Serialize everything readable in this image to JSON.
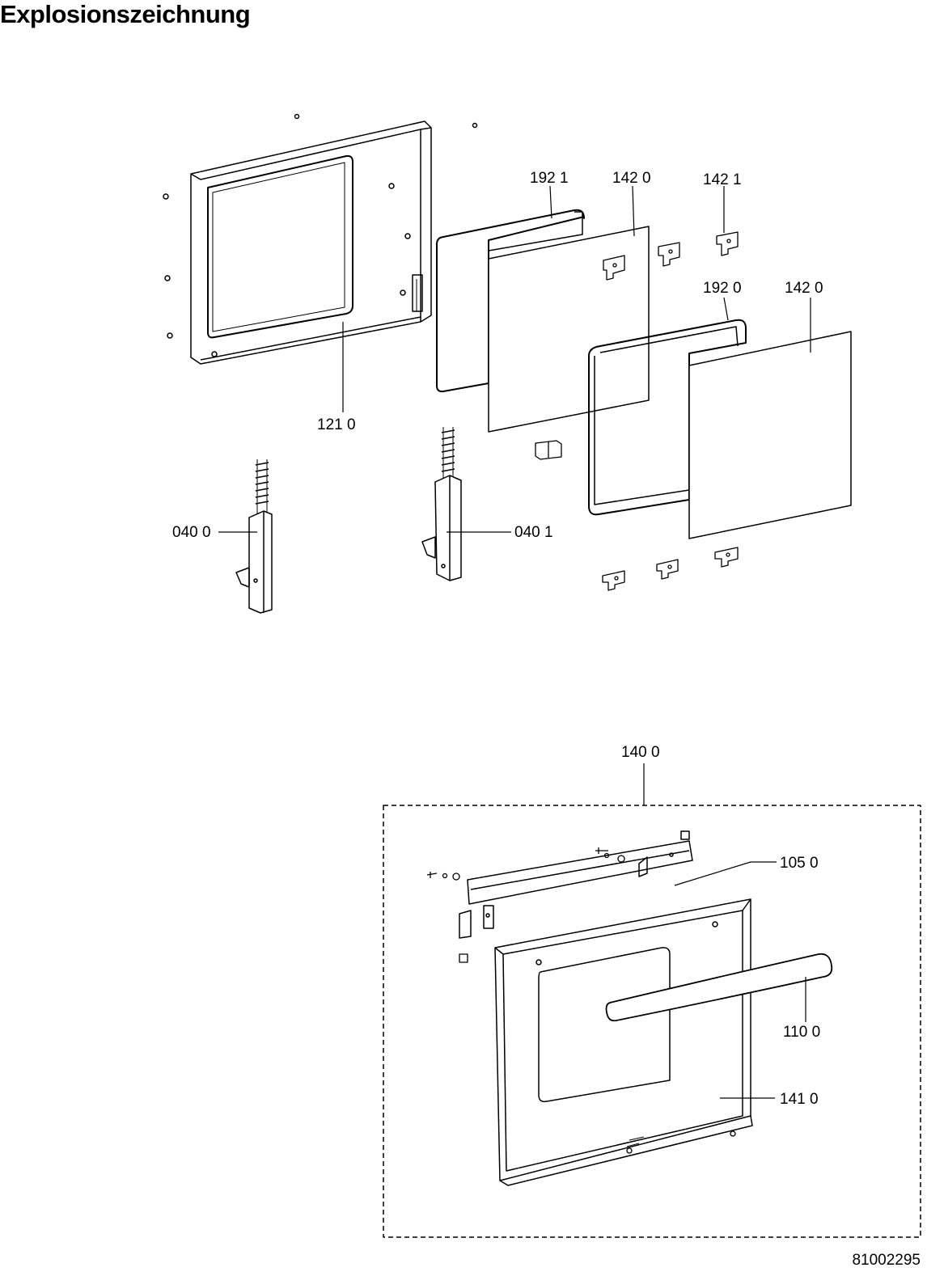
{
  "title": "Explosionszeichnung",
  "doc_number": "81002295",
  "parts": {
    "p1921": "192 1",
    "p1420a": "142 0",
    "p1421": "142 1",
    "p1920": "192 0",
    "p1420b": "142 0",
    "p1210": "121 0",
    "p0400": "040 0",
    "p0401": "040 1",
    "p1400": "140 0",
    "p1050": "105 0",
    "p1100": "110 0",
    "p1410": "141 0"
  }
}
